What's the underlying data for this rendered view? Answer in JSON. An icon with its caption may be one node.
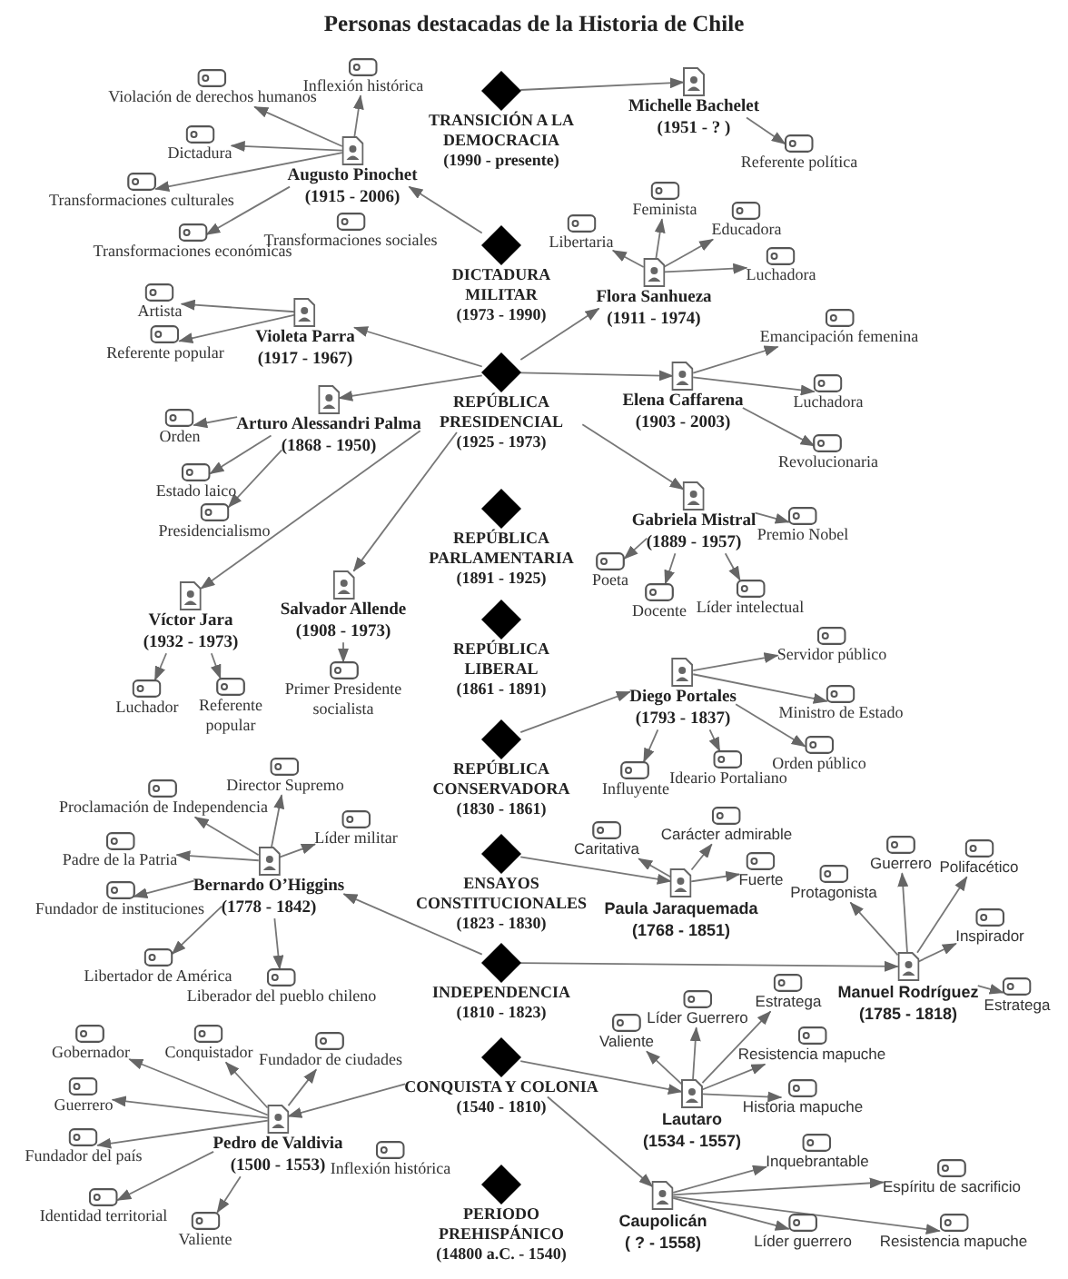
{
  "diagram": {
    "title": "Personas destacadas de la Historia de Chile",
    "nodes": [
      {
        "text": [
          "TRANSICIÓN A LA DEMOCRACIA",
          "(1990 - presente)"
        ]
      },
      {
        "text": [
          "DICTADURA MILITAR",
          "(1973 - 1990)"
        ]
      },
      {
        "text": [
          "REPÚBLICA PRESIDENCIAL",
          "(1925 - 1973)"
        ]
      },
      {
        "text": [
          "REPÚBLICA PARLAMENTARIA",
          "(1891 - 1925)"
        ]
      },
      {
        "text": [
          "REPÚBLICA LIBERAL",
          "(1861 - 1891)"
        ]
      },
      {
        "text": [
          "REPÚBLICA CONSERVADORA",
          "(1830 - 1861)"
        ]
      },
      {
        "text": [
          "ENSAYOS CONSTITUCIONALES",
          "(1823 - 1830)"
        ]
      },
      {
        "text": [
          "INDEPENDENCIA",
          "(1810 - 1823)"
        ]
      },
      {
        "text": [
          "CONQUISTA Y COLONIA",
          "(1540 - 1810)"
        ]
      },
      {
        "text": [
          "PERIODO PREHISPÁNICO",
          "(14800 a.C. - 1540)"
        ]
      },
      {
        "text": [
          "Augusto Pinochet",
          "(1915 - 2006)"
        ]
      },
      {
        "text": [
          "Inflexión histórica"
        ]
      },
      {
        "text": [
          "Violación de derechos humanos"
        ]
      },
      {
        "text": [
          "Dictadura"
        ]
      },
      {
        "text": [
          "Transformaciones culturales"
        ]
      },
      {
        "text": [
          "Transformaciones económicas"
        ]
      },
      {
        "text": [
          "Transformaciones sociales"
        ]
      },
      {
        "text": [
          "Michelle Bachelet",
          "(1951 - ? )"
        ]
      },
      {
        "text": [
          "Referente política"
        ]
      },
      {
        "text": [
          "Flora Sanhueza",
          "(1911 - 1974)"
        ]
      },
      {
        "text": [
          "Libertaria"
        ]
      },
      {
        "text": [
          "Feminista"
        ]
      },
      {
        "text": [
          "Educadora"
        ]
      },
      {
        "text": [
          "Luchadora"
        ]
      },
      {
        "text": [
          "Violeta Parra",
          "(1917 - 1967)"
        ]
      },
      {
        "text": [
          "Artista"
        ]
      },
      {
        "text": [
          "Referente popular"
        ]
      },
      {
        "text": [
          "Elena Caffarena",
          "(1903 - 2003)"
        ]
      },
      {
        "text": [
          "Emancipación femenina"
        ]
      },
      {
        "text": [
          "Luchadora"
        ]
      },
      {
        "text": [
          "Revolucionaria"
        ]
      },
      {
        "text": [
          "Arturo Alessandri Palma",
          "(1868 - 1950)"
        ]
      },
      {
        "text": [
          "Orden"
        ]
      },
      {
        "text": [
          "Estado laico"
        ]
      },
      {
        "text": [
          "Presidencialismo"
        ]
      },
      {
        "text": [
          "Gabriela Mistral",
          "(1889 - 1957)"
        ]
      },
      {
        "text": [
          "Premio Nobel"
        ]
      },
      {
        "text": [
          "Poeta"
        ]
      },
      {
        "text": [
          "Docente"
        ]
      },
      {
        "text": [
          "Líder intelectual"
        ]
      },
      {
        "text": [
          "Víctor Jara",
          "(1932 - 1973)"
        ]
      },
      {
        "text": [
          "Luchador"
        ]
      },
      {
        "text": [
          "Referente popular"
        ]
      },
      {
        "text": [
          "Salvador Allende",
          "(1908 - 1973)"
        ]
      },
      {
        "text": [
          "Primer Presidente socialista"
        ]
      },
      {
        "text": [
          "Diego Portales",
          "(1793 - 1837)"
        ]
      },
      {
        "text": [
          "Servidor público"
        ]
      },
      {
        "text": [
          "Ministro de Estado"
        ]
      },
      {
        "text": [
          "Orden público"
        ]
      },
      {
        "text": [
          "Influyente"
        ]
      },
      {
        "text": [
          "Ideario Portaliano"
        ]
      },
      {
        "text": [
          "Bernardo O’Higgins",
          "(1778 - 1842)"
        ]
      },
      {
        "text": [
          "Director Supremo"
        ]
      },
      {
        "text": [
          "Proclamación de Independencia"
        ]
      },
      {
        "text": [
          "Líder militar"
        ]
      },
      {
        "text": [
          "Padre de la Patria"
        ]
      },
      {
        "text": [
          "Fundador de instituciones"
        ]
      },
      {
        "text": [
          "Libertador de América"
        ]
      },
      {
        "text": [
          "Liberador del pueblo chileno"
        ]
      },
      {
        "text": [
          "Paula Jaraquemada",
          "(1768 - 1851)"
        ]
      },
      {
        "text": [
          "Carácter admirable"
        ]
      },
      {
        "text": [
          "Caritativa"
        ]
      },
      {
        "text": [
          "Fuerte"
        ]
      },
      {
        "text": [
          "Manuel Rodríguez",
          "(1785 - 1818)"
        ]
      },
      {
        "text": [
          "Guerrero"
        ]
      },
      {
        "text": [
          "Polifacético"
        ]
      },
      {
        "text": [
          "Protagonista"
        ]
      },
      {
        "text": [
          "Inspirador"
        ]
      },
      {
        "text": [
          "Estratega"
        ]
      },
      {
        "text": [
          "Lautaro",
          "(1534 - 1557)"
        ]
      },
      {
        "text": [
          "Estratega"
        ]
      },
      {
        "text": [
          "Líder Guerrero"
        ]
      },
      {
        "text": [
          "Valiente"
        ]
      },
      {
        "text": [
          "Resistencia mapuche"
        ]
      },
      {
        "text": [
          "Historia mapuche"
        ]
      },
      {
        "text": [
          "Pedro de Valdivia",
          "(1500 - 1553)"
        ]
      },
      {
        "text": [
          "Gobernador"
        ]
      },
      {
        "text": [
          "Conquistador"
        ]
      },
      {
        "text": [
          "Fundador de ciudades"
        ]
      },
      {
        "text": [
          "Guerrero"
        ]
      },
      {
        "text": [
          "Fundador del país"
        ]
      },
      {
        "text": [
          "Identidad territorial"
        ]
      },
      {
        "text": [
          "Valiente"
        ]
      },
      {
        "text": [
          "Inflexión histórica"
        ]
      },
      {
        "text": [
          "Caupolicán",
          "( ? - 1558)"
        ]
      },
      {
        "text": [
          "Inquebrantable"
        ]
      },
      {
        "text": [
          "Espíritu de sacrificio"
        ]
      },
      {
        "text": [
          "Líder guerrero"
        ]
      },
      {
        "text": [
          "Resistencia mapuche"
        ]
      }
    ],
    "edges": [
      {
        "from": 0,
        "to": 17,
        "arrow": "to"
      },
      {
        "from": 1,
        "to": 10,
        "arrow": "to"
      },
      {
        "from": 2,
        "to": 24,
        "arrow": "to"
      },
      {
        "from": 2,
        "to": 31,
        "arrow": "to"
      },
      {
        "from": 2,
        "to": 19,
        "arrow": "to"
      },
      {
        "from": 2,
        "to": 27,
        "arrow": "to"
      },
      {
        "from": 2,
        "to": 35,
        "arrow": "to"
      },
      {
        "from": 2,
        "to": 40,
        "arrow": "to"
      },
      {
        "from": 2,
        "to": 43,
        "arrow": "to"
      },
      {
        "from": 5,
        "to": 45,
        "arrow": "to"
      },
      {
        "from": 6,
        "to": 59,
        "arrow": "to"
      },
      {
        "from": 7,
        "to": 51,
        "arrow": "to"
      },
      {
        "from": 7,
        "to": 63,
        "arrow": "to"
      },
      {
        "from": 8,
        "to": 75,
        "arrow": "to"
      },
      {
        "from": 8,
        "to": 69,
        "arrow": "to"
      },
      {
        "from": 8,
        "to": 84,
        "arrow": "to"
      },
      {
        "from": 10,
        "to": 11,
        "arrow": "to"
      },
      {
        "from": 10,
        "to": 12,
        "arrow": "to"
      },
      {
        "from": 10,
        "to": 13,
        "arrow": "to"
      },
      {
        "from": 10,
        "to": 14,
        "arrow": "to"
      },
      {
        "from": 10,
        "to": 15,
        "arrow": "to"
      },
      {
        "from": 17,
        "to": 18,
        "arrow": "to"
      },
      {
        "from": 19,
        "to": 20,
        "arrow": "to"
      },
      {
        "from": 19,
        "to": 21,
        "arrow": "to"
      },
      {
        "from": 19,
        "to": 22,
        "arrow": "to"
      },
      {
        "from": 19,
        "to": 23,
        "arrow": "to"
      },
      {
        "from": 24,
        "to": 25,
        "arrow": "to"
      },
      {
        "from": 24,
        "to": 26,
        "arrow": "to"
      },
      {
        "from": 27,
        "to": 28,
        "arrow": "to"
      },
      {
        "from": 27,
        "to": 29,
        "arrow": "to"
      },
      {
        "from": 27,
        "to": 30,
        "arrow": "to"
      },
      {
        "from": 31,
        "to": 32,
        "arrow": "to"
      },
      {
        "from": 31,
        "to": 33,
        "arrow": "to"
      },
      {
        "from": 31,
        "to": 34,
        "arrow": "to"
      },
      {
        "from": 35,
        "to": 36,
        "arrow": "to"
      },
      {
        "from": 35,
        "to": 37,
        "arrow": "to"
      },
      {
        "from": 35,
        "to": 38,
        "arrow": "to"
      },
      {
        "from": 35,
        "to": 39,
        "arrow": "to"
      },
      {
        "from": 40,
        "to": 41,
        "arrow": "to"
      },
      {
        "from": 40,
        "to": 42,
        "arrow": "to"
      },
      {
        "from": 43,
        "to": 44,
        "arrow": "to"
      },
      {
        "from": 45,
        "to": 46,
        "arrow": "to"
      },
      {
        "from": 45,
        "to": 47,
        "arrow": "to"
      },
      {
        "from": 45,
        "to": 48,
        "arrow": "to"
      },
      {
        "from": 45,
        "to": 49,
        "arrow": "to"
      },
      {
        "from": 45,
        "to": 50,
        "arrow": "to"
      },
      {
        "from": 51,
        "to": 52,
        "arrow": "to"
      },
      {
        "from": 51,
        "to": 53,
        "arrow": "to"
      },
      {
        "from": 51,
        "to": 54,
        "arrow": "to"
      },
      {
        "from": 51,
        "to": 55,
        "arrow": "to"
      },
      {
        "from": 51,
        "to": 56,
        "arrow": "to"
      },
      {
        "from": 51,
        "to": 57,
        "arrow": "to"
      },
      {
        "from": 51,
        "to": 58,
        "arrow": "to"
      },
      {
        "from": 59,
        "to": 60,
        "arrow": "to"
      },
      {
        "from": 59,
        "to": 61,
        "arrow": "to"
      },
      {
        "from": 59,
        "to": 62,
        "arrow": "to"
      },
      {
        "from": 63,
        "to": 64,
        "arrow": "to"
      },
      {
        "from": 63,
        "to": 65,
        "arrow": "to"
      },
      {
        "from": 63,
        "to": 66,
        "arrow": "to"
      },
      {
        "from": 63,
        "to": 67,
        "arrow": "to"
      },
      {
        "from": 63,
        "to": 68,
        "arrow": "to"
      },
      {
        "from": 69,
        "to": 70,
        "arrow": "to"
      },
      {
        "from": 69,
        "to": 71,
        "arrow": "to"
      },
      {
        "from": 69,
        "to": 72,
        "arrow": "to"
      },
      {
        "from": 69,
        "to": 73,
        "arrow": "to"
      },
      {
        "from": 69,
        "to": 74,
        "arrow": "to"
      },
      {
        "from": 75,
        "to": 76,
        "arrow": "to"
      },
      {
        "from": 75,
        "to": 77,
        "arrow": "to"
      },
      {
        "from": 75,
        "to": 78,
        "arrow": "to"
      },
      {
        "from": 75,
        "to": 79,
        "arrow": "to"
      },
      {
        "from": 75,
        "to": 80,
        "arrow": "to"
      },
      {
        "from": 75,
        "to": 81,
        "arrow": "to"
      },
      {
        "from": 75,
        "to": 82,
        "arrow": "to"
      },
      {
        "from": 84,
        "to": 85,
        "arrow": "to"
      },
      {
        "from": 84,
        "to": 86,
        "arrow": "to"
      },
      {
        "from": 84,
        "to": 87,
        "arrow": "to"
      },
      {
        "from": 84,
        "to": 88,
        "arrow": "to"
      }
    ]
  }
}
